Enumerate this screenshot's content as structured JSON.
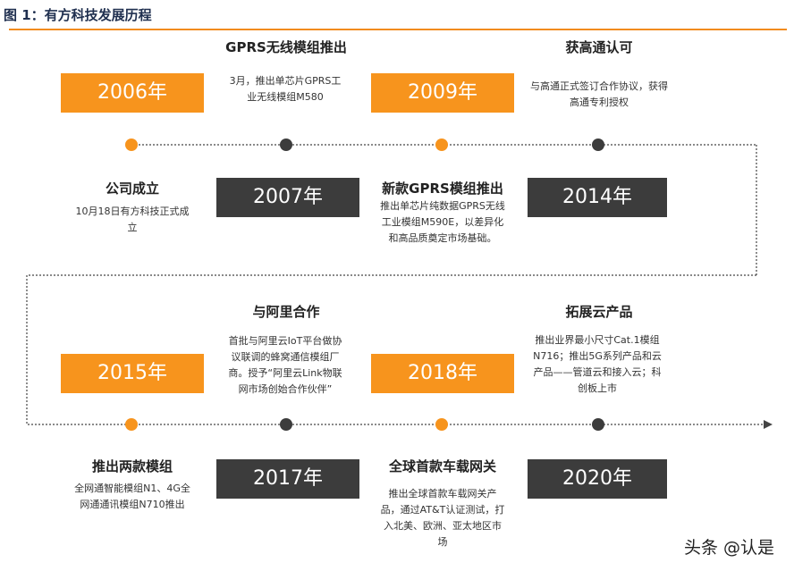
{
  "header": {
    "title": "图 1：有方科技发展历程"
  },
  "watermark": "头条 @认是",
  "timeline": [
    {
      "year": "2006年",
      "title": "公司成立",
      "desc": "10月18日有方科技正式成立"
    },
    {
      "year": "2007年",
      "title": "GPRS无线模组推出",
      "desc": "3月，推出单芯片GPRS工业无线模组M580"
    },
    {
      "year": "2009年",
      "title": "新款GPRS模组推出",
      "desc": "推出单芯片纯数据GPRS无线工业模组M590E，以差异化和高品质奠定市场基础。"
    },
    {
      "year": "2014年",
      "title": "获高通认可",
      "desc": "与高通正式签订合作协议，获得高通专利授权"
    },
    {
      "year": "2015年",
      "title": "推出两款模组",
      "desc": "全网通智能模组N1、4G全网通通讯模组N710推出"
    },
    {
      "year": "2017年",
      "title": "与阿里合作",
      "desc": "首批与阿里云IoT平台做协议联调的蜂窝通信模组厂商。授予“阿里云Link物联网市场创始合作伙伴”"
    },
    {
      "year": "2018年",
      "title": "全球首款车载网关",
      "desc": "推出全球首款车载网关产品，通过AT&T认证测试，打入北美、欧洲、亚太地区市场"
    },
    {
      "year": "2020年",
      "title": "拓展云产品",
      "desc": "推出业界最小尺寸Cat.1模组N716；推出5G系列产品和云产品——管道云和接入云；科创板上市"
    }
  ]
}
